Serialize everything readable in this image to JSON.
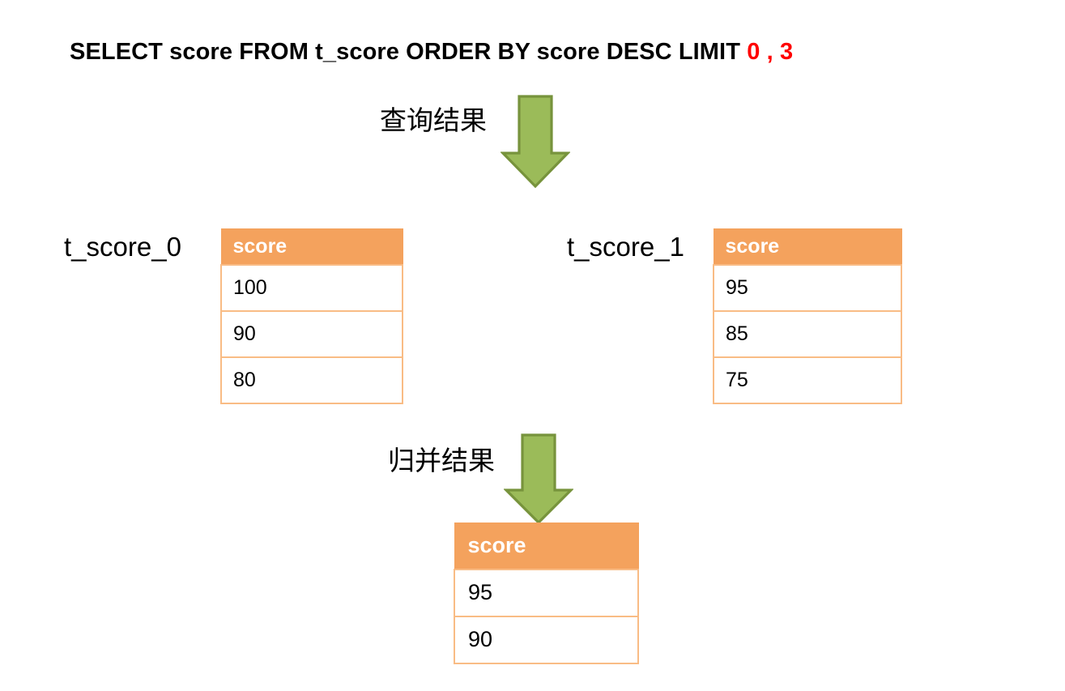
{
  "sql": {
    "prefix": "SELECT score FROM t_score ORDER BY score DESC LIMIT",
    "limit_offset": "0",
    "limit_separator": ",",
    "limit_count": "3",
    "full_text": "SELECT score FROM t_score ORDER BY score DESC LIMIT 0 , 3"
  },
  "flow": {
    "step1_label": "查询结果",
    "step2_label": "归并结果",
    "arrow_fill": "#9BBB59",
    "arrow_stroke": "#77933C",
    "arrow1_name": "query-result-arrow",
    "arrow2_name": "merge-result-arrow"
  },
  "theme": {
    "header_bg": "#F4A25D",
    "header_text": "#FFFFFF",
    "cell_border": "#F9BC85",
    "cell_bg": "#FFFFFF",
    "text": "#000000",
    "highlight": "#FF0000"
  },
  "shards": [
    {
      "name": "t_score_0",
      "column": "score",
      "rows": [
        "100",
        "90",
        "80"
      ]
    },
    {
      "name": "t_score_1",
      "column": "score",
      "rows": [
        "95",
        "85",
        "75"
      ]
    }
  ],
  "merged": {
    "column": "score",
    "rows": [
      "95",
      "90"
    ]
  }
}
